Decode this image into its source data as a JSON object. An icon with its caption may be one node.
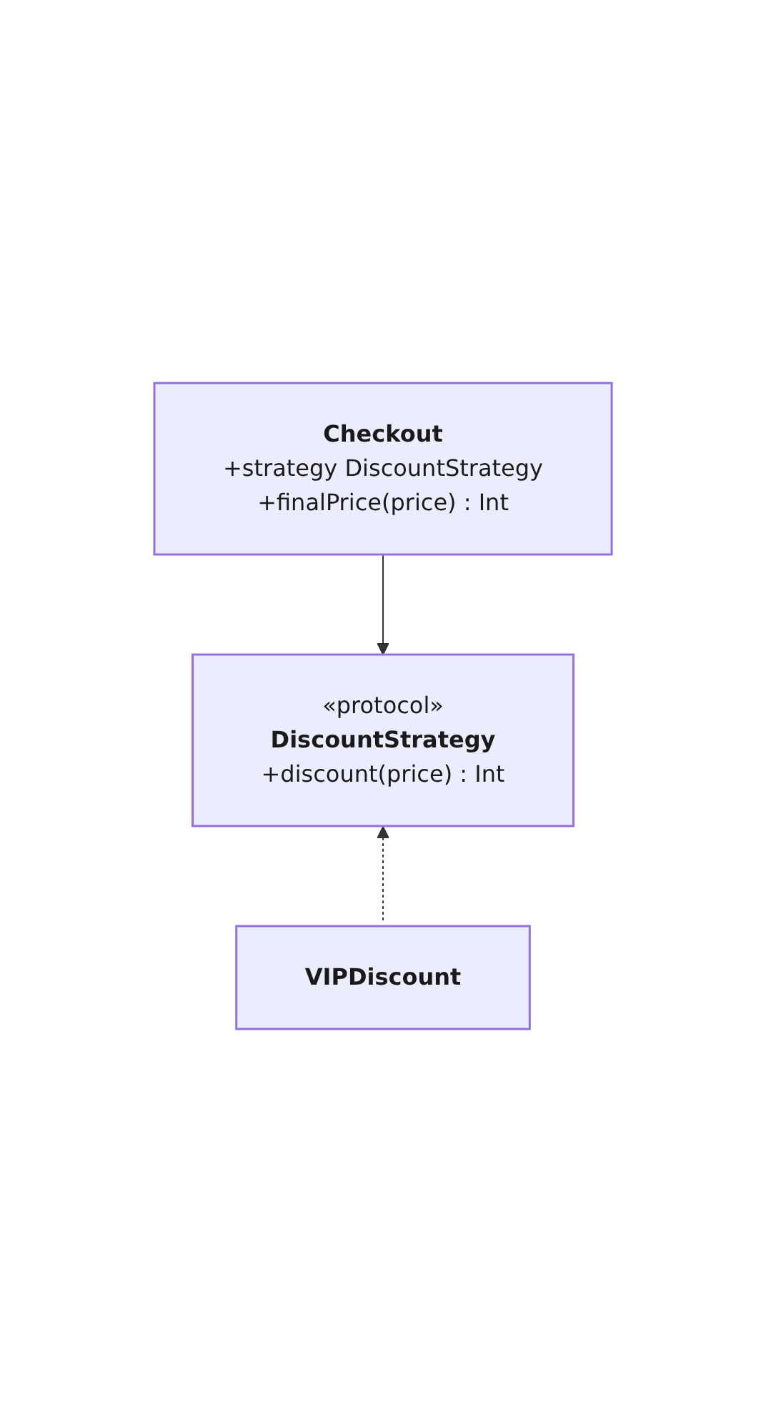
{
  "diagram": {
    "nodes": [
      {
        "text": [
          "Checkout",
          "+strategy DiscountStrategy",
          "+finalPrice(price) : Int"
        ]
      },
      {
        "text": [
          "«protocol»",
          "DiscountStrategy",
          "+discount(price) : Int"
        ]
      },
      {
        "text": [
          "VIPDiscount"
        ]
      }
    ],
    "edges": [
      {
        "from": 0,
        "to": 1,
        "arrow": "to"
      },
      {
        "from": 2,
        "to": 1,
        "arrow": "to",
        "style": "dashed"
      }
    ]
  }
}
